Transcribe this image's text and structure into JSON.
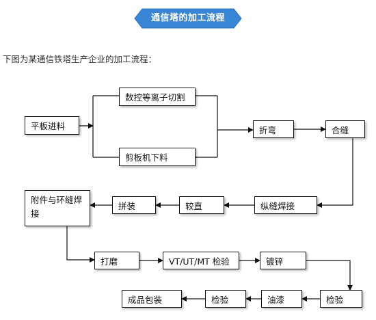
{
  "article": {
    "banner_title": "通信塔的加工流程",
    "intro": "下图为某通信铁塔生产企业的加工流程："
  },
  "colors": {
    "banner": "#3a86d6",
    "banner_edge": "#2a6fba",
    "line": "#111111"
  },
  "flowchart": {
    "nodes": [
      {
        "id": "n1",
        "label": "平板进料"
      },
      {
        "id": "n2",
        "label": "数控等离子切割"
      },
      {
        "id": "n3",
        "label": "剪板机下料"
      },
      {
        "id": "n4",
        "label": "折弯"
      },
      {
        "id": "n5",
        "label": "合缝"
      },
      {
        "id": "n6",
        "label": "纵缝焊接"
      },
      {
        "id": "n7",
        "label": "较直"
      },
      {
        "id": "n8",
        "label": "拼装"
      },
      {
        "id": "n9",
        "label": "附件与环缝焊接"
      },
      {
        "id": "n10",
        "label": "打磨"
      },
      {
        "id": "n11",
        "label": "VT/UT/MT 检验"
      },
      {
        "id": "n12",
        "label": "镀锌"
      },
      {
        "id": "n13",
        "label": "检验"
      },
      {
        "id": "n14",
        "label": "油漆"
      },
      {
        "id": "n15",
        "label": "检验"
      },
      {
        "id": "n16",
        "label": "成品包装"
      }
    ],
    "edges": [
      [
        "n1",
        "n2"
      ],
      [
        "n1",
        "n3"
      ],
      [
        "n2",
        "n4"
      ],
      [
        "n3",
        "n4"
      ],
      [
        "n4",
        "n5"
      ],
      [
        "n5",
        "n6"
      ],
      [
        "n6",
        "n7"
      ],
      [
        "n7",
        "n8"
      ],
      [
        "n8",
        "n9"
      ],
      [
        "n9",
        "n10"
      ],
      [
        "n10",
        "n11"
      ],
      [
        "n11",
        "n12"
      ],
      [
        "n12",
        "n13"
      ],
      [
        "n13",
        "n14"
      ],
      [
        "n14",
        "n15"
      ],
      [
        "n15",
        "n16"
      ]
    ]
  }
}
